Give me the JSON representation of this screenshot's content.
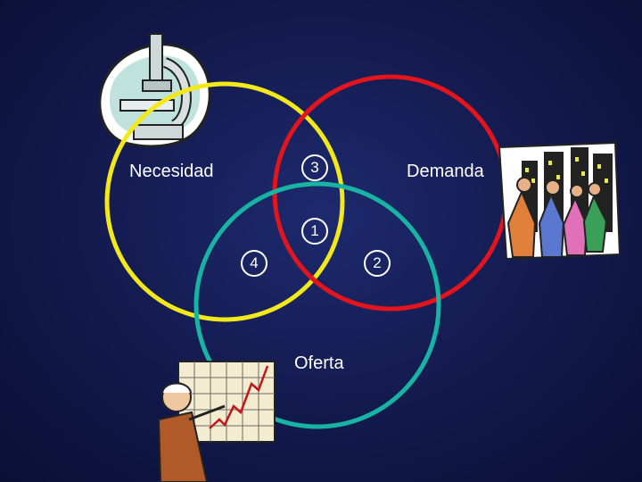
{
  "labels": {
    "necesidad": "Necesidad",
    "demanda": "Demanda",
    "oferta": "Oferta"
  },
  "regions": {
    "r1": "1",
    "r2": "2",
    "r3": "3",
    "r4": "4"
  },
  "colors": {
    "necesidad_circle": "#f2e81a",
    "demanda_circle": "#e3141c",
    "oferta_circle": "#17b3a3"
  },
  "icons": {
    "necesidad": "microscope-icon",
    "demanda": "crowd-city-icon",
    "oferta": "presenter-chart-icon"
  }
}
